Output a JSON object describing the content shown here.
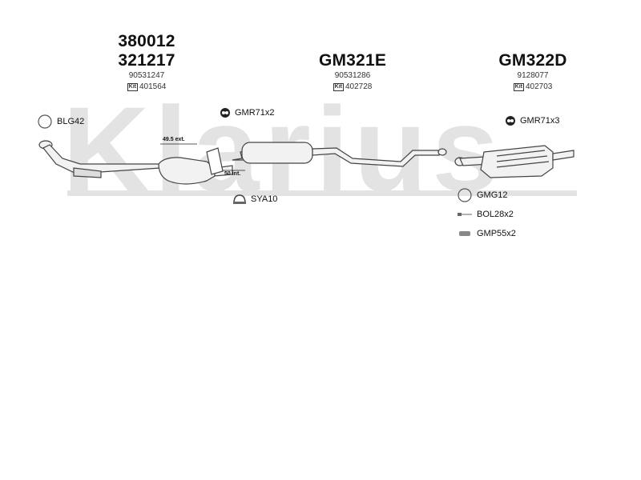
{
  "watermark": "Klarius",
  "sections": [
    {
      "codes": [
        "380012",
        "321217"
      ],
      "oe": "90531247",
      "kit_label": "Kit",
      "kit_number": "401564"
    },
    {
      "codes": [
        "GM321E"
      ],
      "oe": "90531286",
      "kit_label": "Kit",
      "kit_number": "402728"
    },
    {
      "codes": [
        "GM322D"
      ],
      "oe": "9128077",
      "kit_label": "Kit",
      "kit_number": "402703"
    }
  ],
  "accessories": {
    "blg": "BLG42",
    "gmr_mid": "GMR71x2",
    "gmr_rear": "GMR71x3",
    "sya": "SYA10",
    "gmg": "GMG12",
    "bol": "BOL28x2",
    "gmp": "GMP55x2"
  },
  "dimensions": {
    "ext": "49.5 ext.",
    "int": "50 int."
  },
  "colors": {
    "watermark": "#e3e3e3",
    "pipe_fill": "#f2f2f2",
    "outline": "#444444"
  }
}
